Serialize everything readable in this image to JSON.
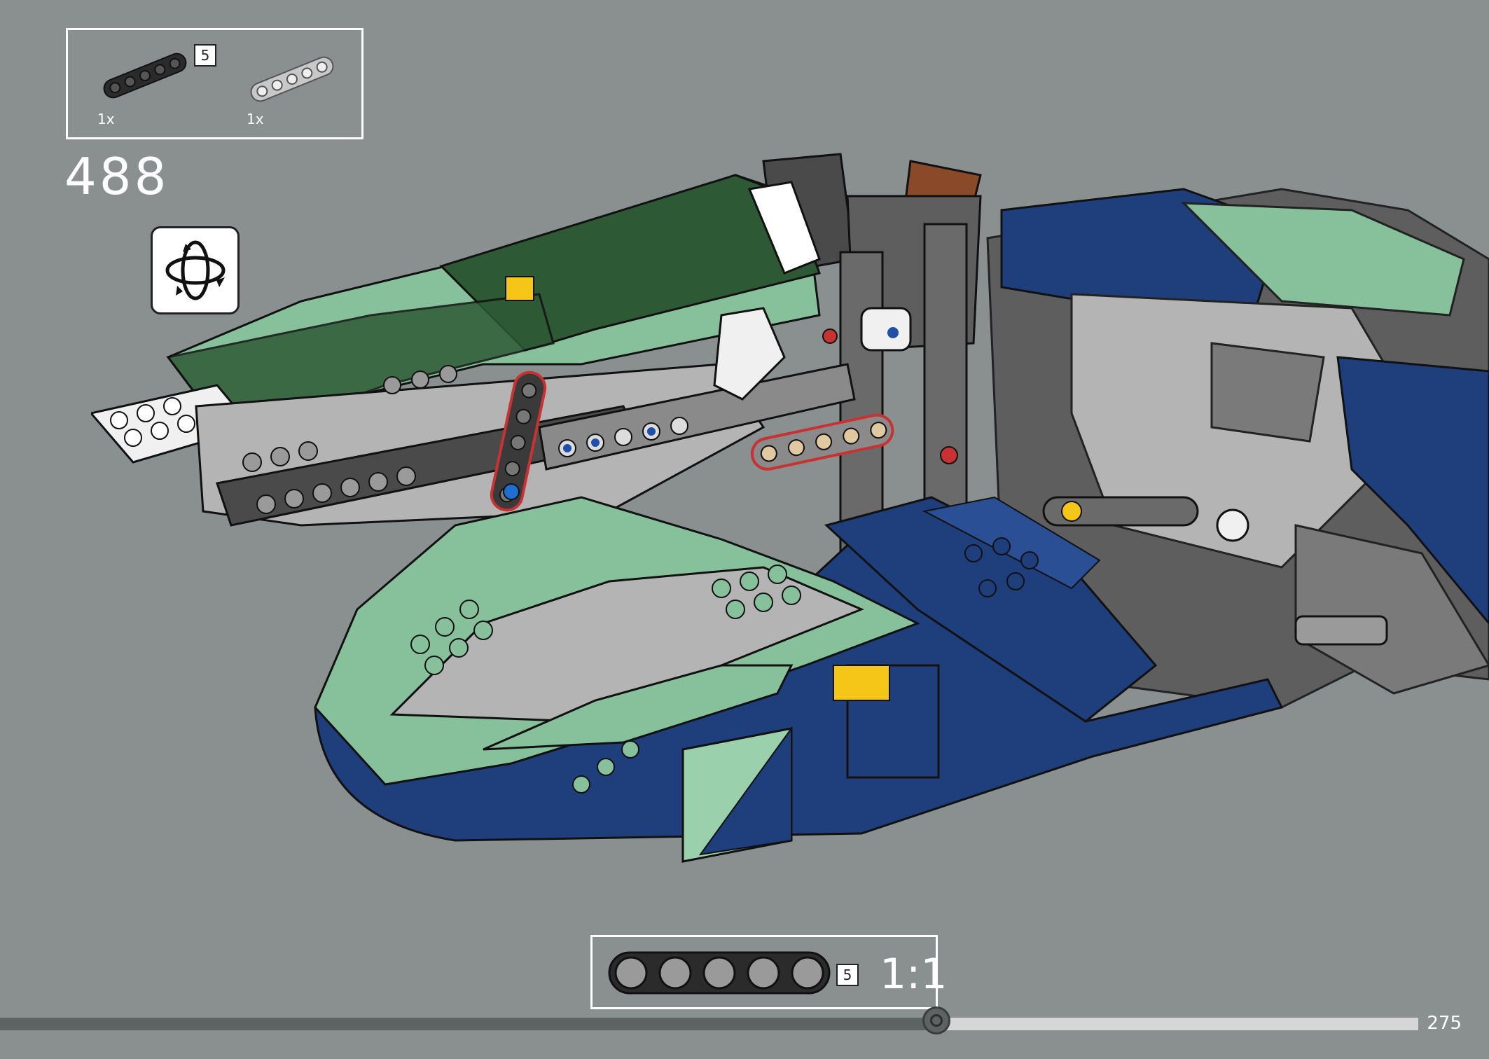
{
  "parts_list": {
    "items": [
      {
        "name": "technic-beam-5-black",
        "quantity": "1x",
        "length": "5",
        "color": "#2b2b2b"
      },
      {
        "name": "technic-beam-5-light-gray",
        "quantity": "1x",
        "color": "#c8c8c8"
      }
    ]
  },
  "step": {
    "number": "488"
  },
  "rotate": {
    "icon": "rotate-model-icon"
  },
  "scale_guide": {
    "length": "5",
    "ratio": "1:1",
    "holes": 5
  },
  "progress": {
    "fraction": 0.66
  },
  "page": {
    "number": "275"
  },
  "colors": {
    "background": "#8a9090",
    "sand_green": "#87c19c",
    "dark_green": "#2d5a34",
    "dark_blue": "#1f3e7c",
    "light_gray": "#b4b4b4",
    "dark_gray": "#5e5e5e",
    "white": "#ffffff",
    "callout_red": "#c83232",
    "yellow": "#f5c518",
    "reddish_brown": "#8a4a2a"
  }
}
